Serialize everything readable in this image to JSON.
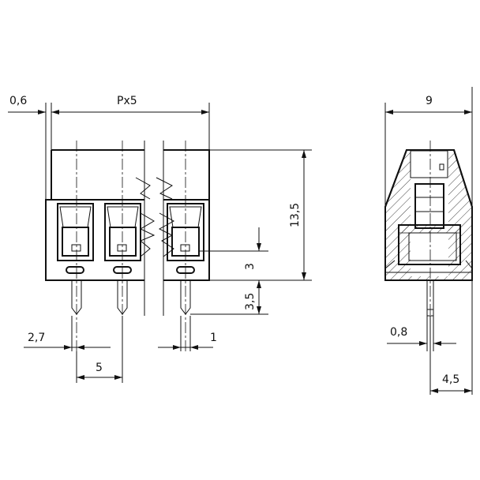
{
  "front_view": {
    "dim_edge_offset": "0,6",
    "dim_pitch_total": "Px5",
    "dim_height": "13,5",
    "dim_opening_height": "3",
    "dim_pin_length": "3,5",
    "dim_edge_to_pin": "2,7",
    "dim_pin_width": "1",
    "dim_pitch": "5"
  },
  "side_view": {
    "dim_depth": "9",
    "dim_pin_thickness": "0,8",
    "dim_pin_offset": "4,5"
  }
}
